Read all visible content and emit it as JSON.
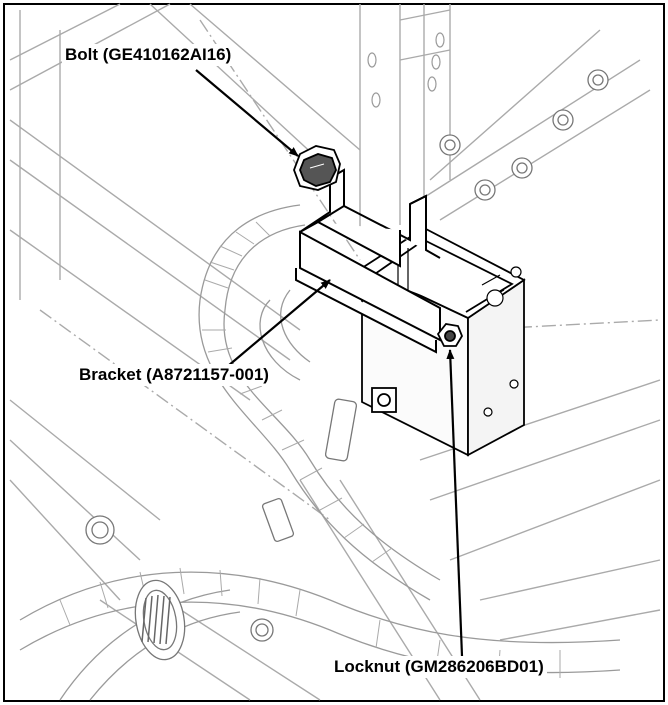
{
  "callouts": {
    "bolt": "Bolt (GE410162AI16)",
    "bracket": "Bracket (A8721157-001)",
    "locknut": "Locknut (GM286206BD01)"
  },
  "colors": {
    "line": "#000000",
    "background_lines": "#a8a8a8",
    "fill_light": "#f4f4f4"
  }
}
